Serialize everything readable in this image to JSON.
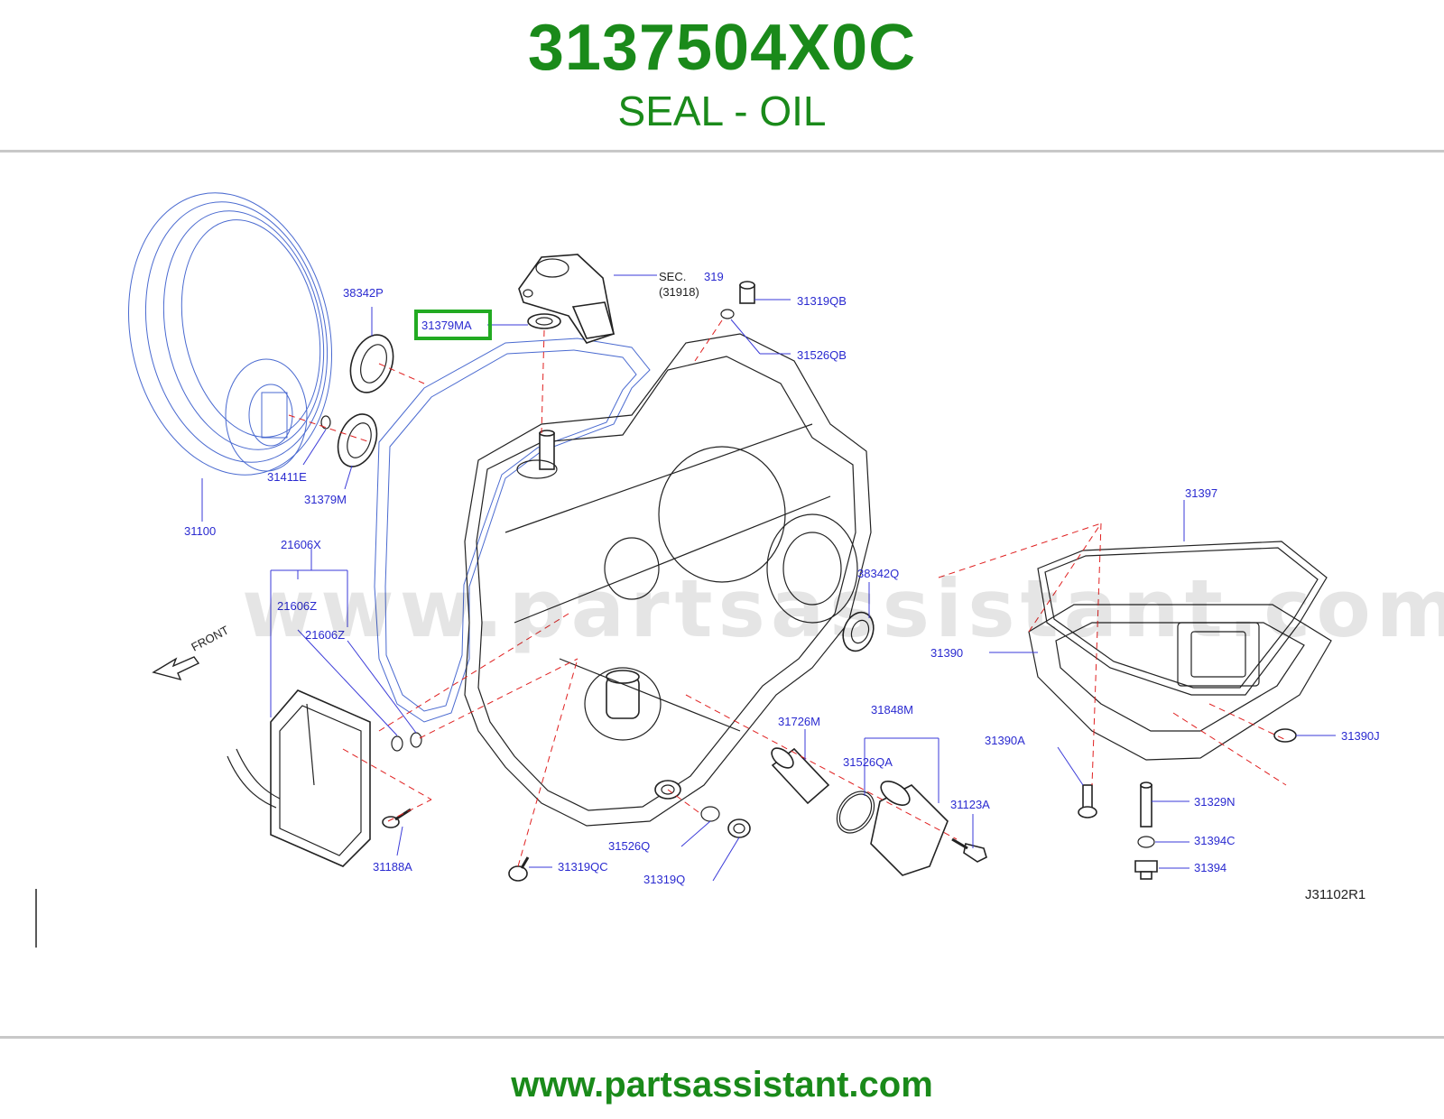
{
  "header": {
    "part_number": "3137504X0C",
    "part_description": "SEAL - OIL"
  },
  "watermark": "www.partsassistant.com",
  "diagram": {
    "highlighted_label": "31379MA",
    "highlight_color": "#22aa22",
    "labels": {
      "sec": "SEC.",
      "sec_num": "319",
      "sec_ref": "(31918)",
      "p38342P": "38342P",
      "p31319QB": "31319QB",
      "p31526QB": "31526QB",
      "p31411E": "31411E",
      "p31379M": "31379M",
      "p31100": "31100",
      "p21606X": "21606X",
      "p21606Z_a": "21606Z",
      "p21606Z_b": "21606Z",
      "front": "FRONT",
      "p38342Q": "38342Q",
      "p31397": "31397",
      "p31390": "31390",
      "p31726M": "31726M",
      "p31848M": "31848M",
      "p31390A": "31390A",
      "p31390J": "31390J",
      "p31526QA": "31526QA",
      "p31123A": "31123A",
      "p31329N": "31329N",
      "p31394C": "31394C",
      "p31394": "31394",
      "p31188A": "31188A",
      "p31526Q": "31526Q",
      "p31319QC": "31319QC",
      "p31319Q": "31319Q",
      "drawing_code": "J31102R1"
    }
  },
  "footer": {
    "url": "www.partsassistant.com"
  }
}
